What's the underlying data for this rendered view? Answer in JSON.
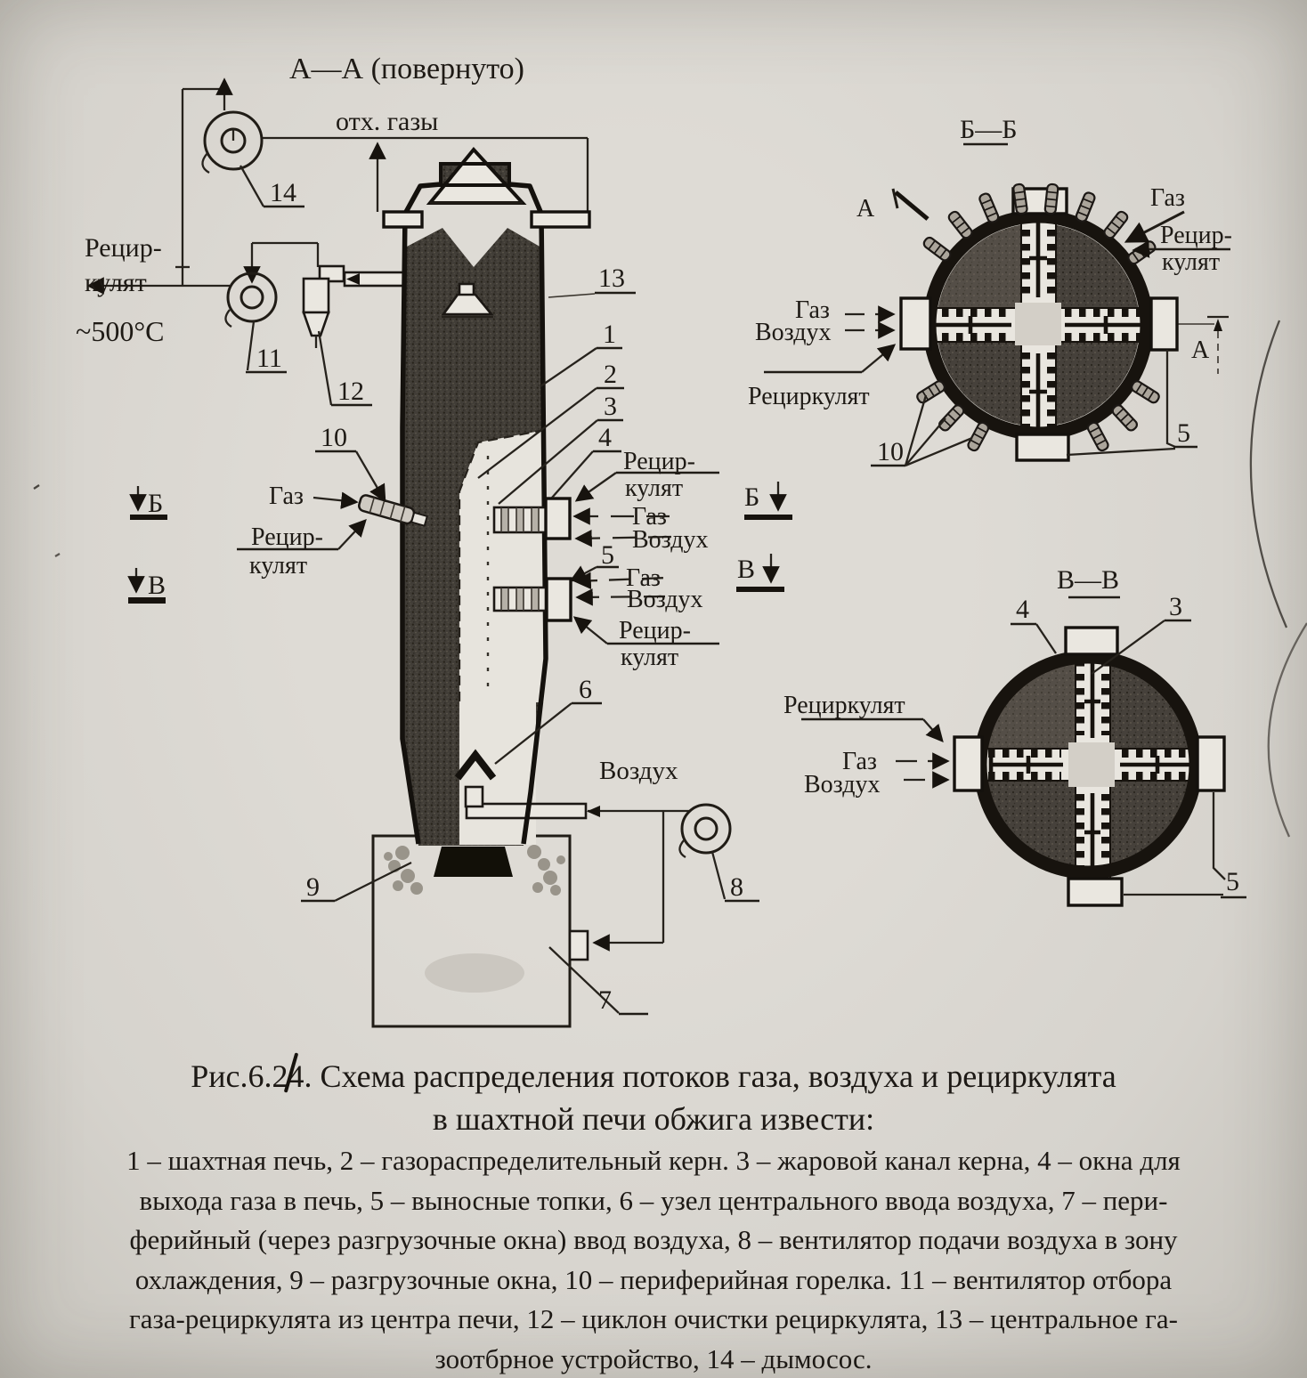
{
  "titles": {
    "main": "А—А (повернуто)",
    "section_b": "Б—Б",
    "section_v": "В—В"
  },
  "flows": {
    "exhaust": "отх. газы",
    "recirc_hyph_1": "Рецир-",
    "recirc_hyph_2": "кулят",
    "recirc_full": "Рециркулят",
    "gas": "Газ",
    "air": "Воздух",
    "temp": "~500°C"
  },
  "marks": {
    "a": "А",
    "b": "Б",
    "v": "В"
  },
  "num": {
    "1": "1",
    "2": "2",
    "3": "3",
    "4": "4",
    "5": "5",
    "6": "6",
    "7": "7",
    "8": "8",
    "9": "9",
    "10": "10",
    "11": "11",
    "12": "12",
    "13": "13",
    "14": "14"
  },
  "caption": {
    "fig_prefix": "Рис.6.2",
    "fig_struck": "4",
    "line1_rest": ". Схема распределения потоков газа, воздуха и рециркулята",
    "line2": "в шахтной печи обжига извести:"
  },
  "legend_lines": [
    "1 – шахтная печь, 2 – газораспределительный керн. 3 – жаровой канал керна, 4 – окна для",
    "выхода газа в печь, 5 – выносные топки, 6 – узел центрального ввода воздуха, 7 – пери-",
    "ферийный (через разгрузочные окна) ввод воздуха, 8 – вентилятор подачи воздуха в зону",
    "охлаждения, 9 – разгрузочные окна, 10 – периферийная горелка. 11 – вентилятор отбора",
    "газа-рециркулята из центра печи, 12 – циклон очистки рециркулята, 13 – центральное га-",
    "зоотбрное устройство, 14 – дымосос."
  ]
}
